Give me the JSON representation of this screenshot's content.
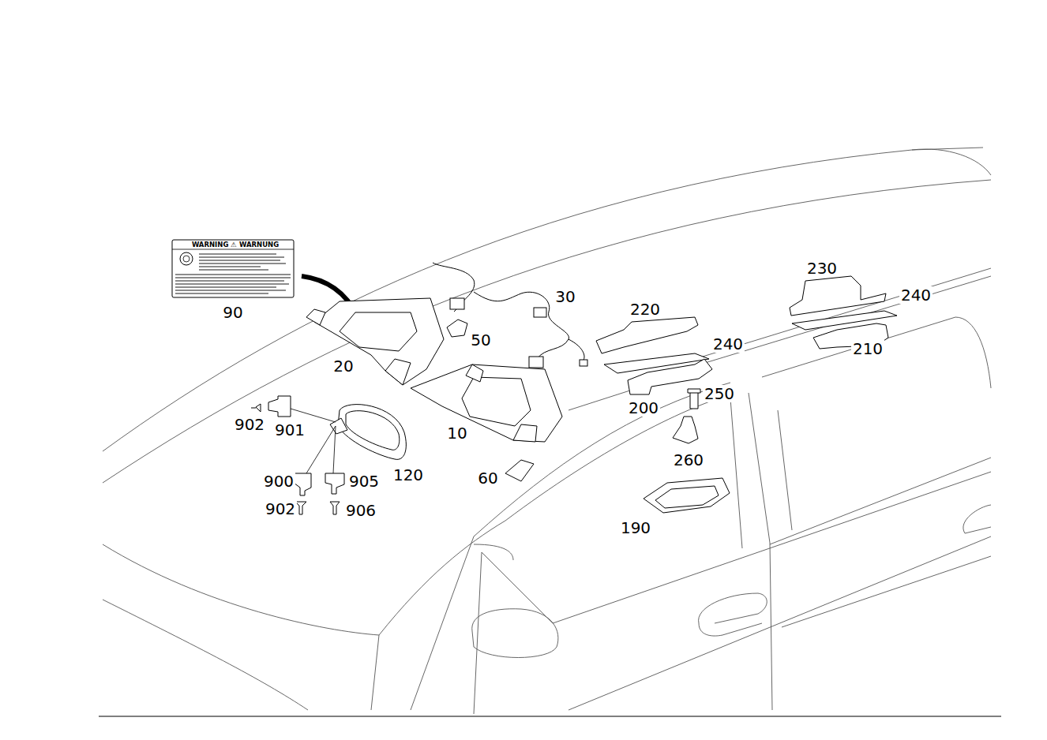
{
  "diagram": {
    "nodes": [
      {
        "text": [
          "WARNING ⚠ WARNUNG"
        ]
      }
    ],
    "labels": [
      "90",
      "20",
      "50",
      "30",
      "220",
      "240",
      "230",
      "240",
      "210",
      "200",
      "250",
      "902",
      "901",
      "10",
      "260",
      "900",
      "905",
      "120",
      "60",
      "902",
      "906",
      "190"
    ]
  }
}
